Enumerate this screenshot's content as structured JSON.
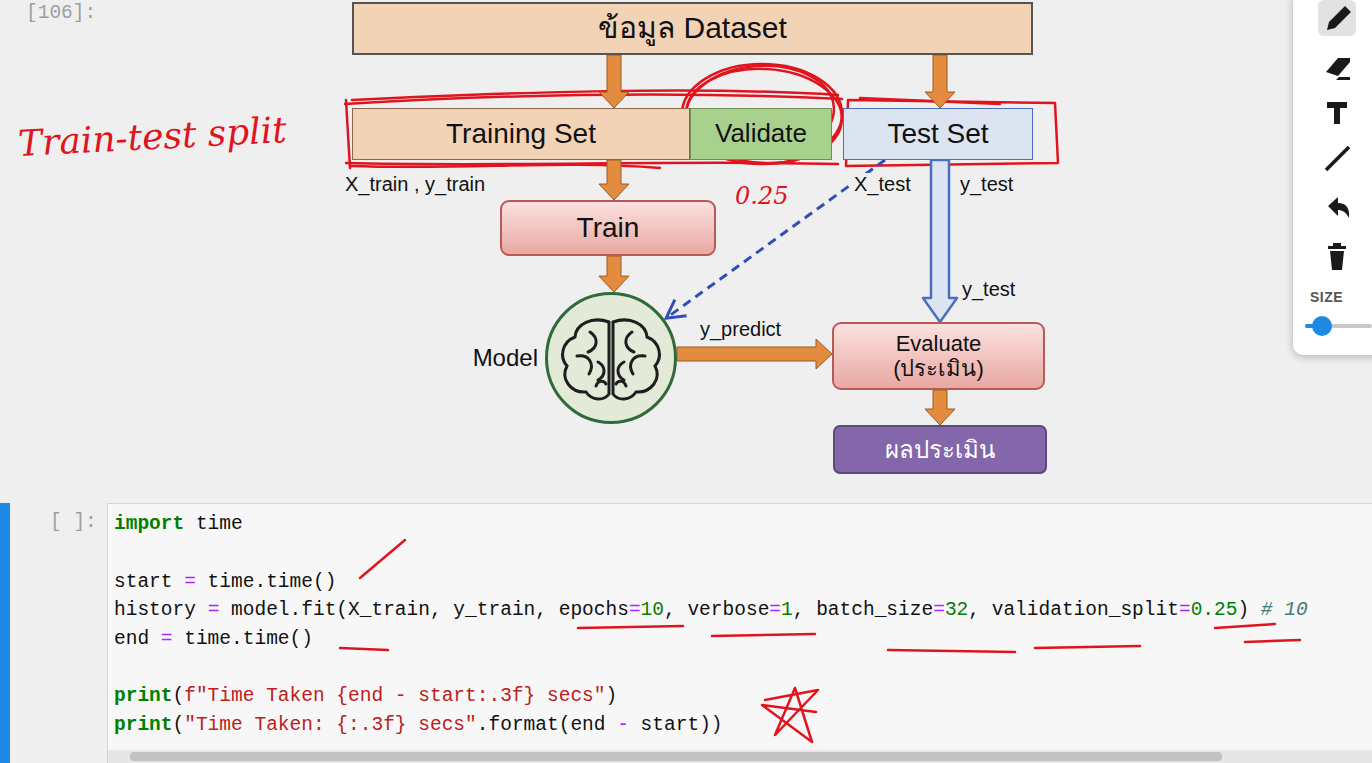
{
  "diagram": {
    "nodes": [
      {
        "text": [
          "ข้อมูล Dataset"
        ]
      },
      {
        "text": [
          "Training Set"
        ]
      },
      {
        "text": [
          "Validate"
        ]
      },
      {
        "text": [
          "Test Set"
        ]
      },
      {
        "text": [
          "Train"
        ]
      },
      {
        "text": [
          "Model"
        ]
      },
      {
        "text": [
          "Evaluate (ประเมิน)"
        ]
      },
      {
        "text": [
          "ผลประเมิน"
        ]
      }
    ],
    "edges": [
      {
        "from": 0,
        "to": 1,
        "arrow": "to"
      },
      {
        "from": 0,
        "to": 3,
        "arrow": "to"
      },
      {
        "from": 1,
        "to": 4,
        "arrow": "to"
      },
      {
        "from": 4,
        "to": 5,
        "arrow": "to"
      },
      {
        "from": 3,
        "to": 5,
        "arrow": "to"
      },
      {
        "from": 3,
        "to": 6,
        "label": "y_test",
        "arrow": "to"
      },
      {
        "from": 5,
        "to": 6,
        "label": "y_predict",
        "arrow": "to"
      },
      {
        "from": 6,
        "to": 7,
        "arrow": "to"
      }
    ],
    "labels": [
      "[106]:",
      "Train-test split",
      "X_train , y_train",
      "0.25",
      "X_test",
      "y_test",
      "[ ]:",
      "import time",
      "start = time.time()",
      "history = model.fit(X_train, y_train, epochs=10, verbose=1, batch_size=32, validation_split=0.25) # 10",
      "end = time.time()",
      "print(f\"Time Taken {end - start:.3f} secs\")",
      "print(\"Time Taken: {:.3f} secs\".format(end - start))",
      "SIZE"
    ]
  }
}
